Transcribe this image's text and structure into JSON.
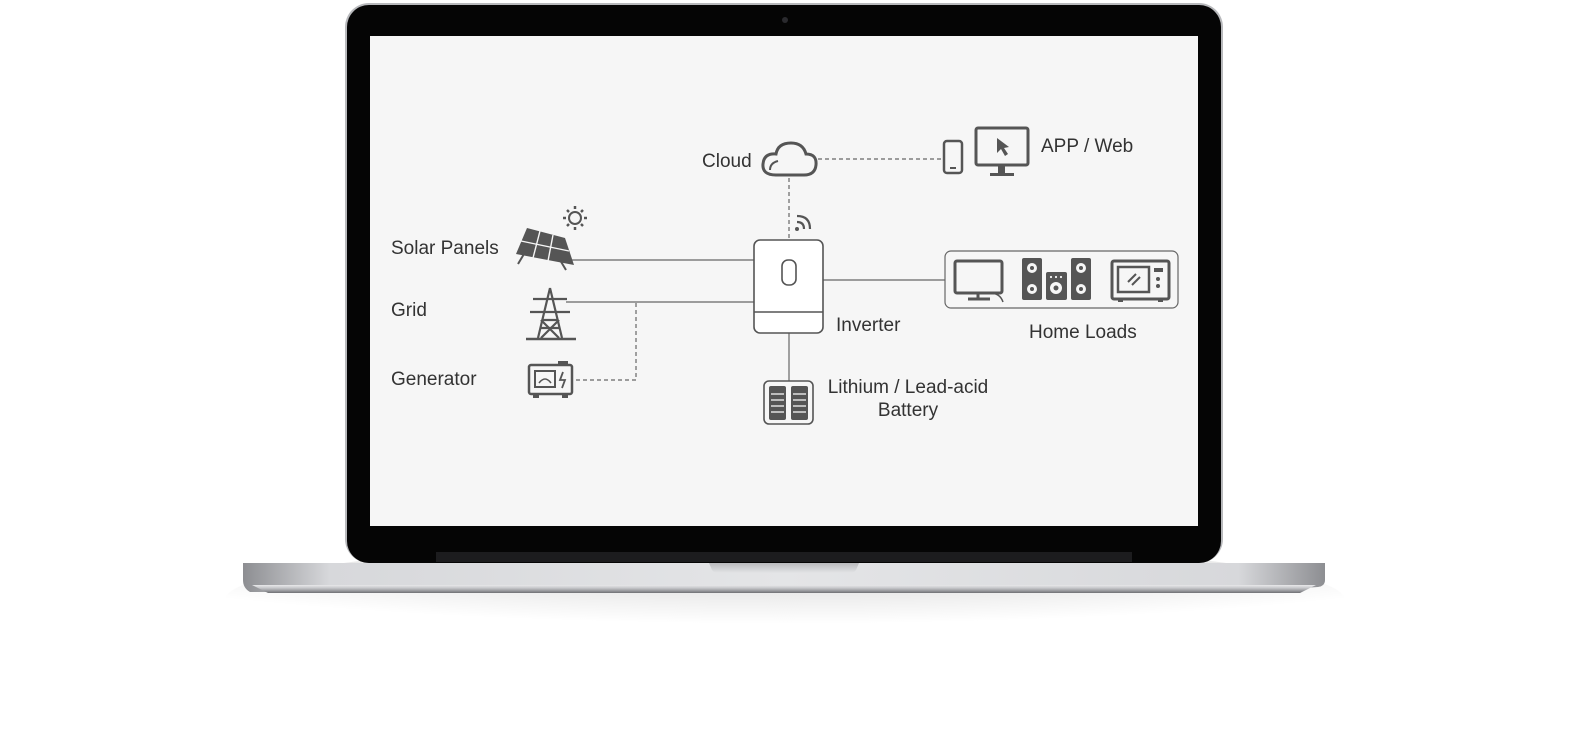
{
  "diagram": {
    "nodes": {
      "cloud": {
        "label": "Cloud",
        "icon": "cloud-icon"
      },
      "app_web": {
        "label": "APP / Web",
        "icons": [
          "smartphone-icon",
          "monitor-cursor-icon"
        ]
      },
      "solar": {
        "label": "Solar Panels",
        "icons": [
          "solar-panel-icon",
          "sun-icon"
        ]
      },
      "grid": {
        "label": "Grid",
        "icon": "transmission-tower-icon"
      },
      "generator": {
        "label": "Generator",
        "icon": "generator-icon"
      },
      "inverter": {
        "label": "Inverter",
        "icons": [
          "inverter-icon",
          "wifi-signal-icon"
        ]
      },
      "home_loads": {
        "label": "Home Loads",
        "icons": [
          "tv-icon",
          "speakers-icon",
          "microwave-icon"
        ]
      },
      "battery": {
        "label_line1": "Lithium / Lead-acid",
        "label_line2": "Battery",
        "icon": "battery-icon"
      }
    },
    "edges": [
      {
        "from": "solar",
        "to": "inverter",
        "style": "solid"
      },
      {
        "from": "grid",
        "to": "inverter",
        "style": "solid"
      },
      {
        "from": "generator",
        "to": "grid",
        "style": "dashed"
      },
      {
        "from": "inverter",
        "to": "home_loads",
        "style": "solid"
      },
      {
        "from": "inverter",
        "to": "battery",
        "style": "solid"
      },
      {
        "from": "inverter",
        "to": "cloud",
        "style": "dashed"
      },
      {
        "from": "cloud",
        "to": "app_web",
        "style": "dashed"
      }
    ]
  },
  "colors": {
    "icon": "#555555",
    "line": "#666666",
    "text": "#333333",
    "screen": "#f6f6f6",
    "bezel": "#050505"
  }
}
